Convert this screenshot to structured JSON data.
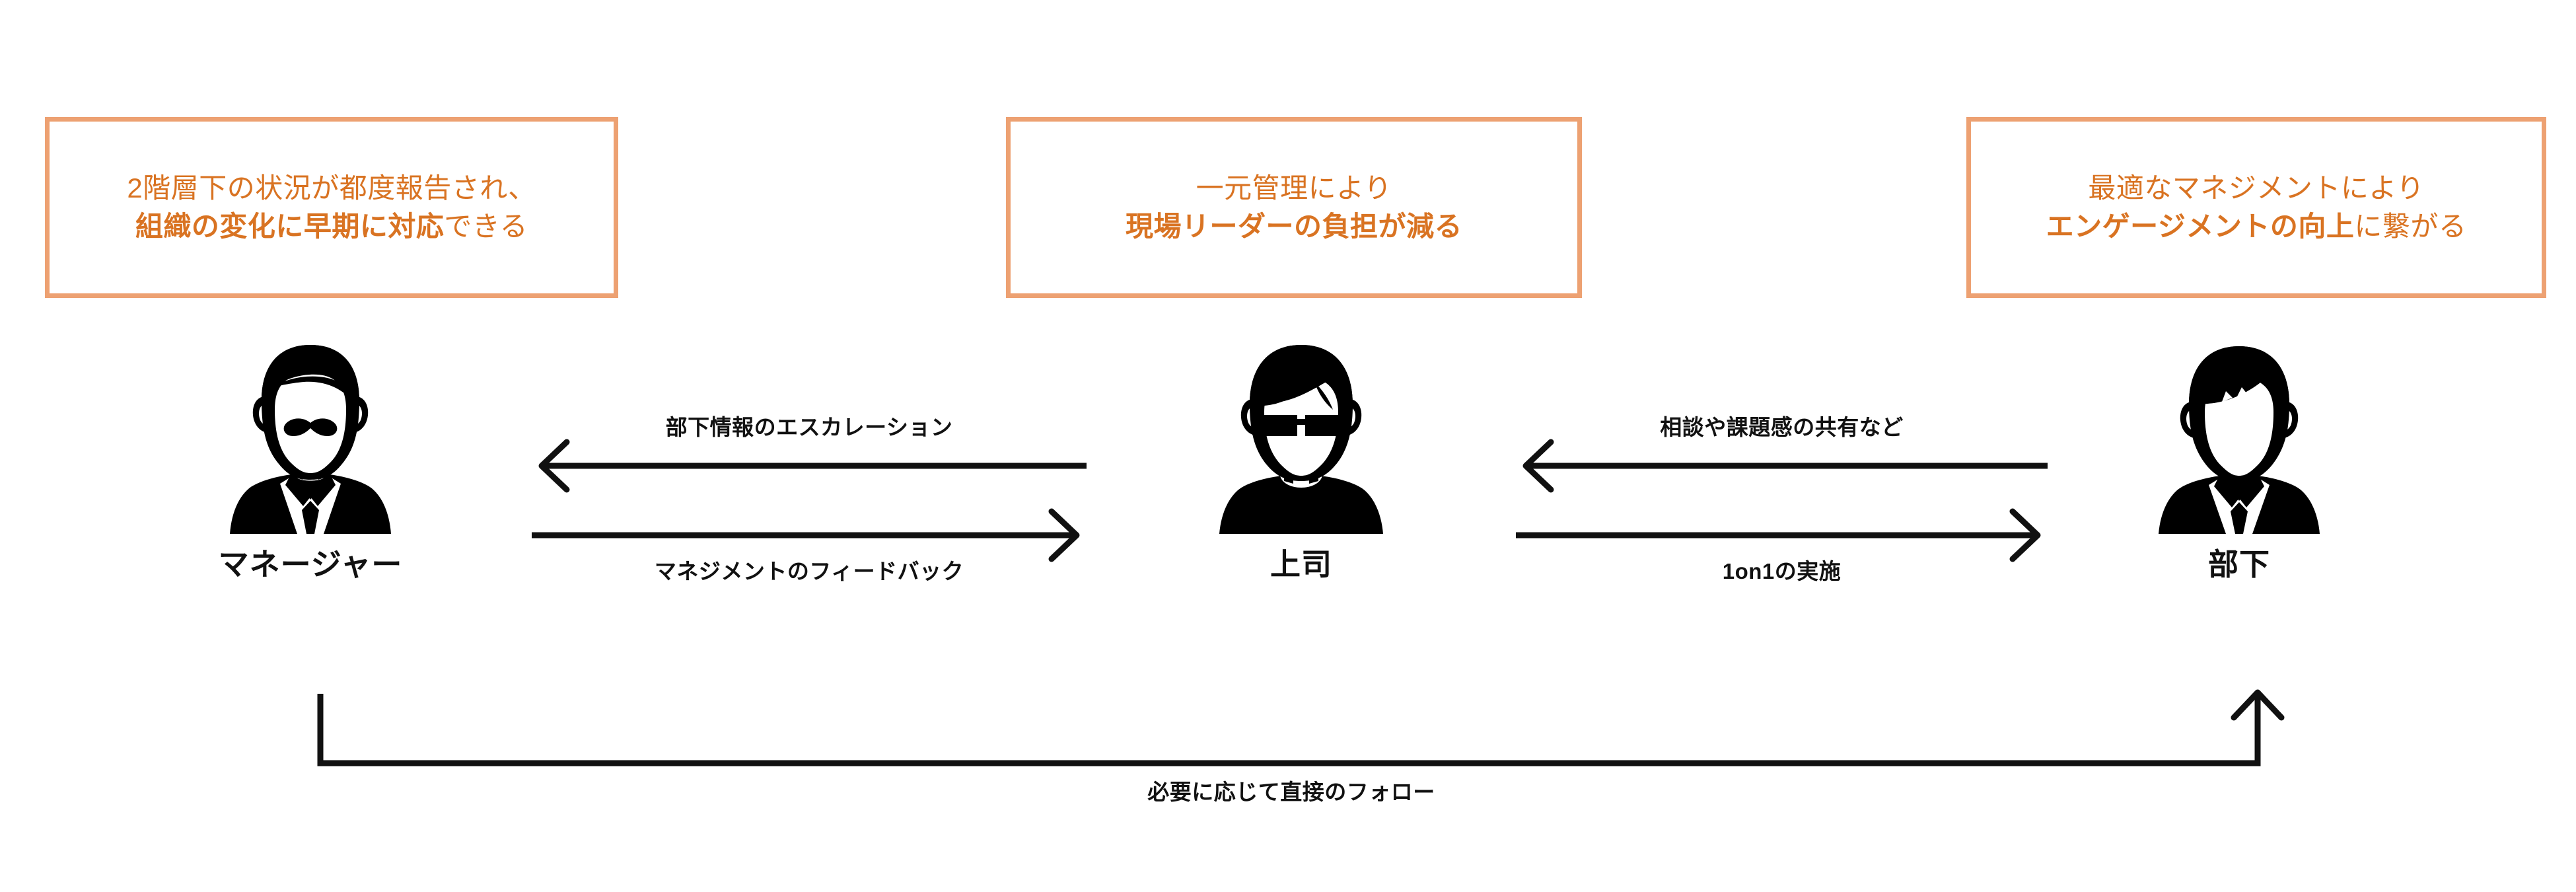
{
  "diagram": {
    "title_text_color": "#d97322",
    "box_border_color": "#eda172",
    "line_color": "#111111",
    "benefit_boxes": [
      {
        "name": "manager-benefit",
        "line1": "2階層下の状況が都度報告され、",
        "line2_bold": "組織の変化に早期に対応",
        "line2_tail": "できる"
      },
      {
        "name": "boss-benefit",
        "line1": "一元管理により",
        "line2_bold": "現場リーダーの負担が減る",
        "line2_tail": ""
      },
      {
        "name": "member-benefit",
        "line1": "最適なマネジメントにより",
        "line2_bold": "エンゲージメントの向上",
        "line2_tail": "に繋がる"
      }
    ],
    "people": [
      {
        "id": "manager",
        "label": "マネージャー",
        "icon": "person-mustache-suit-icon"
      },
      {
        "id": "boss",
        "label": "上司",
        "icon": "person-glasses-casual-icon"
      },
      {
        "id": "member",
        "label": "部下",
        "icon": "person-young-suit-icon"
      }
    ],
    "flows": [
      {
        "id": "manager-boss",
        "top_label": "部下情報のエスカレーション",
        "top_direction": "left",
        "bottom_label": "マネジメントのフィードバック",
        "bottom_direction": "right"
      },
      {
        "id": "boss-member",
        "top_label": "相談や課題感の共有など",
        "top_direction": "left",
        "bottom_label": "1on1の実施",
        "bottom_direction": "right"
      }
    ],
    "bottom_flow": {
      "id": "direct-follow",
      "label": "必要に応じて直接のフォロー",
      "direction": "right-up",
      "from": "マネージャー",
      "to": "部下"
    }
  }
}
